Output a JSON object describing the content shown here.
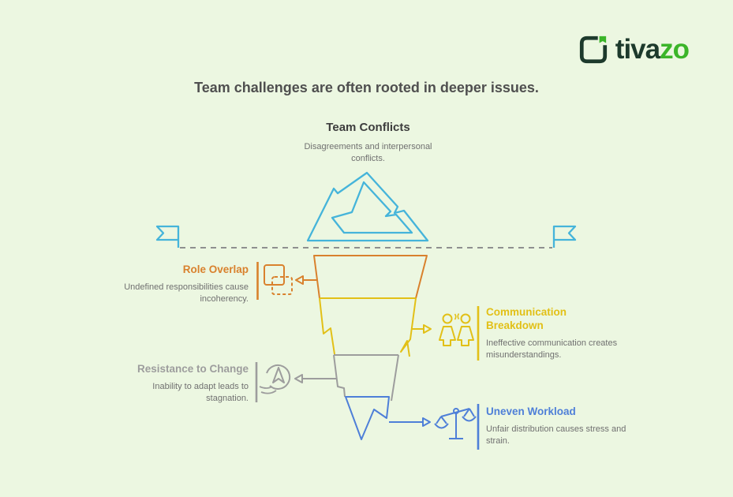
{
  "brand": {
    "name_primary": "tiva",
    "name_secondary": "zo",
    "icon": "tivazo-rounded-square-logo-icon"
  },
  "page_title": "Team challenges are often rooted in deeper issues.",
  "surface": {
    "title": "Team Conflicts",
    "description": "Disagreements and interpersonal conflicts.",
    "graphic": "mountain-above-waterline"
  },
  "items": [
    {
      "title": "Role Overlap",
      "description": "Undefined responsibilities cause incoherency.",
      "color": "#d9812d",
      "side": "left",
      "icon": "overlapping-squares-icon"
    },
    {
      "title": "Communication Breakdown",
      "description": "Ineffective communication creates misunderstandings.",
      "color": "#e2c017",
      "side": "right",
      "icon": "talking-people-icon"
    },
    {
      "title": "Resistance to Change",
      "description": "Inability to adapt leads to stagnation.",
      "color": "#9d9d9d",
      "side": "left",
      "icon": "compass-arrow-icon"
    },
    {
      "title": "Uneven Workload",
      "description": "Unfair distribution causes stress and strain.",
      "color": "#4e7fd8",
      "side": "right",
      "icon": "balance-scale-icon"
    }
  ],
  "colors": {
    "background": "#ecf7e1",
    "title_text": "#4f4f4f",
    "heading_text": "#3d3d3d",
    "body_text": "#707070",
    "waterline": "#8f8f8f",
    "surface_blue": "#45b4da",
    "logo_dark": "#1d3a2c",
    "logo_green": "#3bb529"
  }
}
